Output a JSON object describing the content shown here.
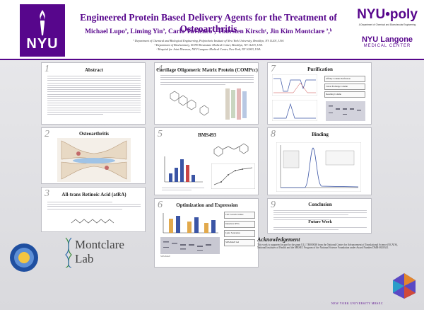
{
  "header": {
    "logo_text": "NYU",
    "title": "Engineered Protein Based Delivery Agents for the Treatment of Osteoarthritis",
    "authors": "Michael Lupoª, Liming Yinª, Carlo Yuviencoª, Thorsten Kirschᶜ, Jin Kim Montclare ª,ᵇ",
    "affiliations": [
      "ª Department of Chemical and Biological Engineering, Polytechnic Institute of New York University, Brooklyn, NY 11201, USA",
      "ᵇ Department of Biochemistry, SUNY-Downstate Medical Center, Brooklyn, NY 11203, USA",
      "ᶜ Hospital for Joint Diseases, NYU Langone Medical Center, New York, NY 10003, USA"
    ],
    "poly_logo": "NYU•poly",
    "poly_sub": "A Department of Chemical and Biomolecular Engineering",
    "langone_main": "NYU Langone",
    "langone_sub": "MEDICAL CENTER"
  },
  "panels": [
    {
      "num": "1",
      "title": "Abstract"
    },
    {
      "num": "2",
      "title": "Osteoarthritis"
    },
    {
      "num": "3",
      "title": "All-trans Retinoic Acid (atRA)"
    },
    {
      "num": "4",
      "title": "Cartilage Oligomeric Matrix Protein (COMPcc)"
    },
    {
      "num": "5",
      "title": "BMS493"
    },
    {
      "num": "6",
      "title": "Optimization and Expression"
    },
    {
      "num": "7",
      "title": "Purification"
    },
    {
      "num": "8",
      "title": "Binding"
    },
    {
      "num": "9",
      "title": "Conclusion"
    }
  ],
  "sub_titles": {
    "future_work": "Future Work"
  },
  "purification_boxes": [
    "Affinity Column Purification",
    "Cation Exchange Column",
    "Desalting Column"
  ],
  "optimization_boxes": [
    "Cell: Growth Culture",
    "Induction: IPTG",
    "Lysis: Sonication",
    "SDS-PAGE Gel"
  ],
  "optimization_labels": {
    "left": "SDS-PAGE"
  },
  "acknowledgement": {
    "title": "Acknowledgement",
    "text": "This work is supported in part by the grant UL1 TR000038 from the National Center for Advancement of Translational Science (NCATS), National Institutes of Health and the MRSEC Program of the National Science Foundation under Award Number DMR-0820341."
  },
  "montclare": {
    "line1": "Montclare",
    "line2": "Lab"
  },
  "footer": "NEW YORK UNIVERSITY MRSEC",
  "colors": {
    "nyu_purple": "#57068c",
    "panel_border": "#bdbdc4",
    "bg": "#dedee2"
  }
}
